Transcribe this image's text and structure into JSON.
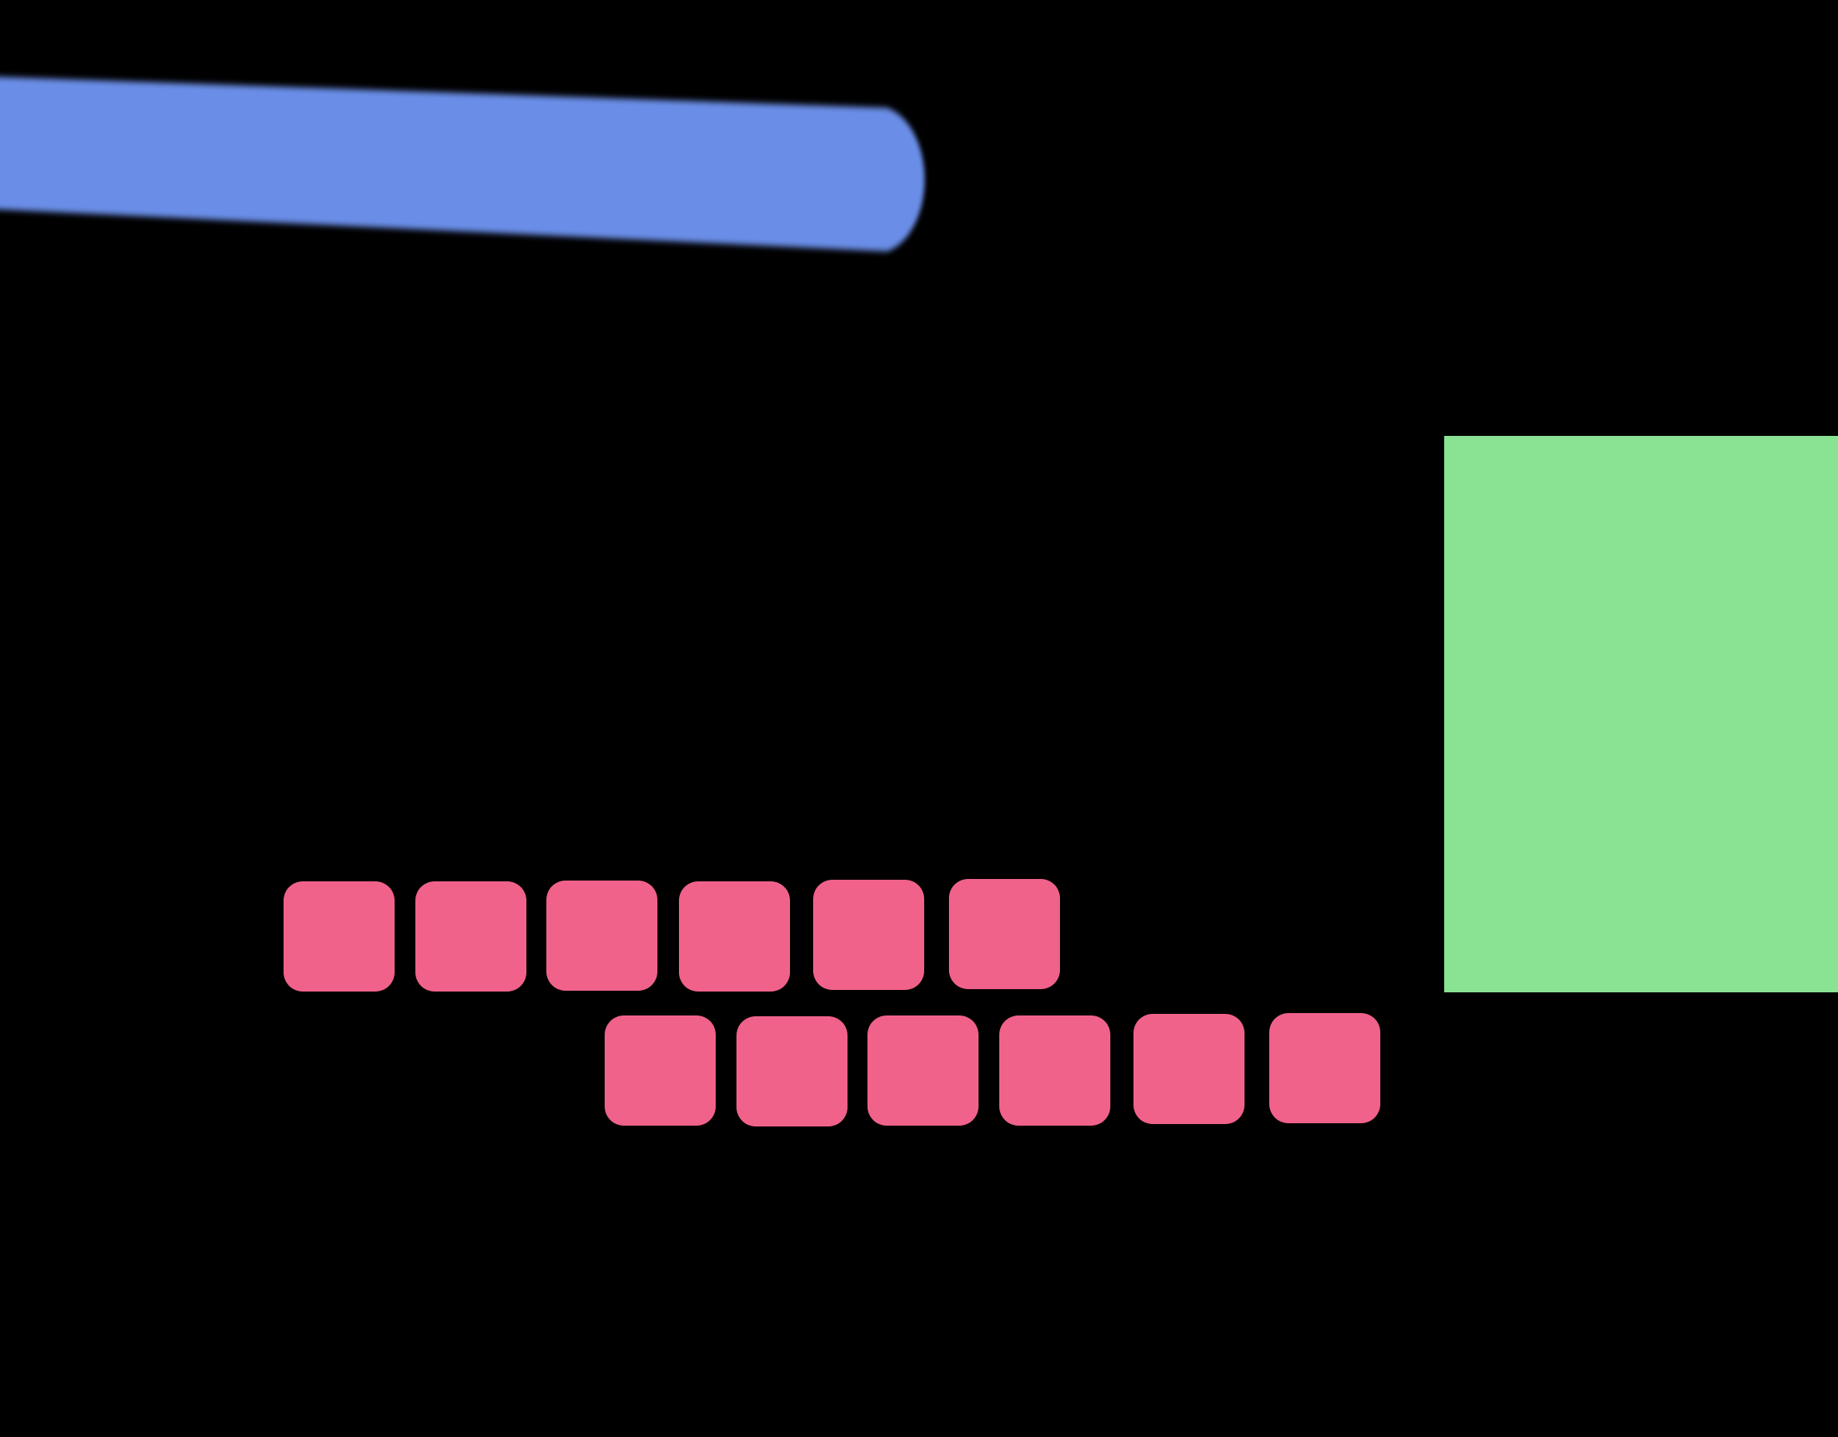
{
  "scene": {
    "background_color": "#000000",
    "paddle": {
      "color": "#6B8EE8",
      "shape": "rounded-bar",
      "motion_blur": true
    },
    "wall": {
      "color": "#8AE293"
    },
    "bricks": {
      "color": "#F0628A",
      "rows": [
        {
          "count": 6
        },
        {
          "count": 6
        }
      ]
    }
  }
}
